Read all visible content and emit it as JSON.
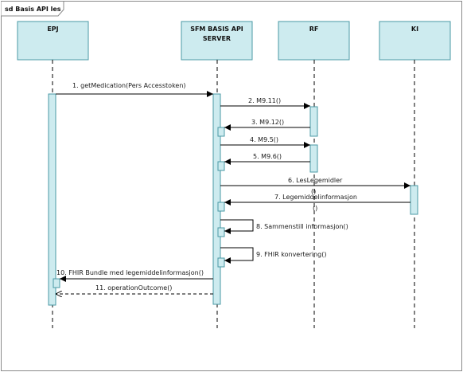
{
  "frame": {
    "title": "sd Basis API les"
  },
  "colors": {
    "lifeline_fill": "#cdebef",
    "lifeline_stroke": "#4a9aa6",
    "line": "#000000"
  },
  "lifelines": [
    {
      "id": "epj",
      "lines": [
        "EPJ"
      ]
    },
    {
      "id": "sfm",
      "lines": [
        "SFM BASIS API",
        "SERVER"
      ]
    },
    {
      "id": "rf",
      "lines": [
        "RF"
      ]
    },
    {
      "id": "ki",
      "lines": [
        "KI"
      ]
    }
  ],
  "messages": [
    {
      "label": "1. getMedication(Pers Accesstoken)"
    },
    {
      "label": "2. M9.11()"
    },
    {
      "label": "3. M9.12()"
    },
    {
      "label": "4. M9.5()"
    },
    {
      "label": "5. M9.6()"
    },
    {
      "label": "6. LesLegemidler",
      "label2": "()"
    },
    {
      "label": "7. Legemiddelinformasjon",
      "label2": "()"
    },
    {
      "label": "8. Sammenstill informasjon()"
    },
    {
      "label": "9. FHIR konvertering()"
    },
    {
      "label": "10. FHIR Bundle med legemiddelinformasjon()"
    },
    {
      "label": "11. operationOutcome()"
    }
  ]
}
